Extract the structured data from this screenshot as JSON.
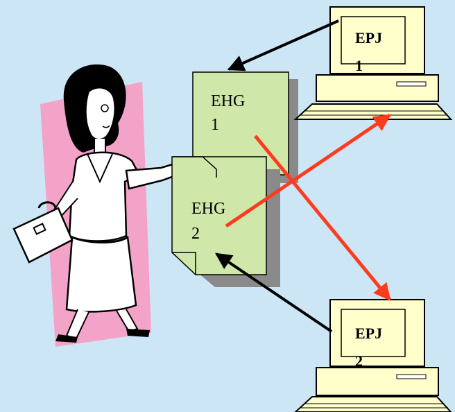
{
  "documents": [
    {
      "line1": "EHG",
      "line2": "1"
    },
    {
      "line1": "EHG",
      "line2": "2"
    }
  ],
  "computers": [
    {
      "line1": "EPJ",
      "line2": "1"
    },
    {
      "line1": "EPJ",
      "line2": "2"
    }
  ],
  "colors": {
    "background": "#cce6f5",
    "document_fill": "#cfe7a8",
    "document_shadow": "#8a8a8a",
    "computer_fill": "#ffffcc",
    "sync_arrow": "#ff3b1f",
    "flow_arrow": "#000000",
    "figure_shadow": "#f4a3c8"
  }
}
